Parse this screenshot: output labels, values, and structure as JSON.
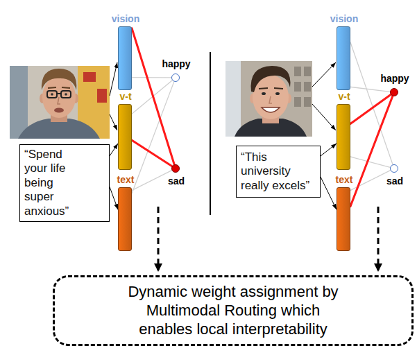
{
  "diagram": {
    "nodes": [
      {
        "text": [
          "“Spend your life being super anxious”"
        ]
      },
      {
        "text": [
          "vision"
        ]
      },
      {
        "text": [
          "v-t"
        ]
      },
      {
        "text": [
          "text"
        ]
      },
      {
        "text": [
          "happy"
        ]
      },
      {
        "text": [
          "sad"
        ]
      },
      {
        "text": [
          "“This university really excels”"
        ]
      },
      {
        "text": [
          "vision"
        ]
      },
      {
        "text": [
          "v-t"
        ]
      },
      {
        "text": [
          "text"
        ]
      },
      {
        "text": [
          "happy"
        ]
      },
      {
        "text": [
          "sad"
        ]
      },
      {
        "text": [
          "Dynamic weight assignment by Multimodal Routing which enables local interpretability"
        ]
      }
    ],
    "edges": [
      {
        "from": 0,
        "to": 2,
        "arrow": "to"
      },
      {
        "from": 0,
        "to": 3,
        "arrow": "to"
      },
      {
        "from": 1,
        "to": 4,
        "arrow": "none"
      },
      {
        "from": 1,
        "to": 5,
        "arrow": "none"
      },
      {
        "from": 2,
        "to": 4,
        "arrow": "none"
      },
      {
        "from": 2,
        "to": 5,
        "arrow": "none"
      },
      {
        "from": 3,
        "to": 4,
        "arrow": "none"
      },
      {
        "from": 3,
        "to": 5,
        "arrow": "none"
      },
      {
        "from": 6,
        "to": 8,
        "arrow": "to"
      },
      {
        "from": 6,
        "to": 9,
        "arrow": "to"
      },
      {
        "from": 7,
        "to": 10,
        "arrow": "none"
      },
      {
        "from": 7,
        "to": 11,
        "arrow": "none"
      },
      {
        "from": 8,
        "to": 10,
        "arrow": "none"
      },
      {
        "from": 8,
        "to": 11,
        "arrow": "none"
      },
      {
        "from": 9,
        "to": 10,
        "arrow": "none"
      },
      {
        "from": 9,
        "to": 11,
        "arrow": "none"
      }
    ]
  }
}
